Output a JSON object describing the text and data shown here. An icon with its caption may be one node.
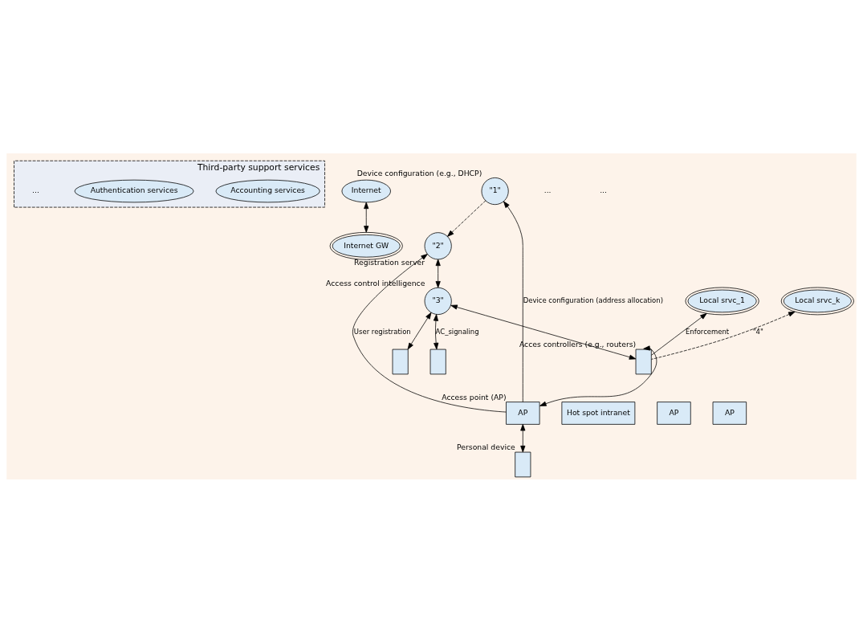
{
  "diagram": {
    "nodes": [
      {
        "text": [
          "Third-party support services"
        ]
      },
      {
        "text": [
          "Accounting services"
        ],
        "in": 0
      },
      {
        "text": [
          "Authentication services"
        ],
        "in": 0
      },
      {
        "text": [
          "Internet"
        ]
      },
      {
        "text": [
          "\"1\""
        ],
        "beside": [
          "Device configuration (e.g., DHCP)"
        ]
      },
      {
        "text": [
          "\"2\""
        ],
        "beside": [
          "Registration server"
        ]
      },
      {
        "text": [
          "\"3\""
        ],
        "beside": [
          "Access control intelligence"
        ]
      },
      {
        "text": [
          "Local srvc_1"
        ]
      },
      {
        "text": [
          "Local srvc_k"
        ]
      },
      {
        "text": [
          "Internet GW"
        ]
      },
      {
        "text": [],
        "shape": "box"
      },
      {
        "text": [],
        "shape": "box"
      },
      {
        "text": [],
        "shape": "box",
        "beside": [
          "Acces controllers (e.g., routers)"
        ]
      },
      {
        "text": [
          "Hot spot intranet"
        ]
      },
      {
        "text": [
          "AP"
        ],
        "beside": [
          "Access point (AP)"
        ]
      },
      {
        "text": [],
        "shape": "box",
        "beside": [
          "Personal device"
        ]
      },
      {
        "text": [
          "AP"
        ]
      },
      {
        "text": [
          "AP"
        ]
      }
    ],
    "edges": [
      {
        "from": 4,
        "to": 5,
        "arrow": "to",
        "style": "dashed"
      },
      {
        "from": 5,
        "to": 6,
        "arrow": "both"
      },
      {
        "from": 9,
        "to": 3,
        "arrow": "both"
      },
      {
        "from": 6,
        "to": 10,
        "arrow": "both"
      },
      {
        "from": 6,
        "to": 11,
        "arrow": "both",
        "label": "AC_signaling"
      },
      {
        "from": 6,
        "to": 12,
        "arrow": "both"
      },
      {
        "from": 12,
        "to": 7,
        "arrow": "to",
        "label": "Enforcement"
      },
      {
        "from": 12,
        "to": 8,
        "arrow": "to",
        "style": "dashed",
        "label": "\"4\""
      },
      {
        "from": 14,
        "to": 4,
        "arrow": "to",
        "label": "Device configuration (address allocation)"
      },
      {
        "from": 14,
        "to": 5,
        "arrow": "to",
        "label": "User registration"
      },
      {
        "from": 14,
        "to": 12,
        "arrow": "both"
      },
      {
        "from": 14,
        "to": 15,
        "arrow": "both"
      }
    ],
    "labels": [
      "...",
      "...",
      "..."
    ]
  }
}
